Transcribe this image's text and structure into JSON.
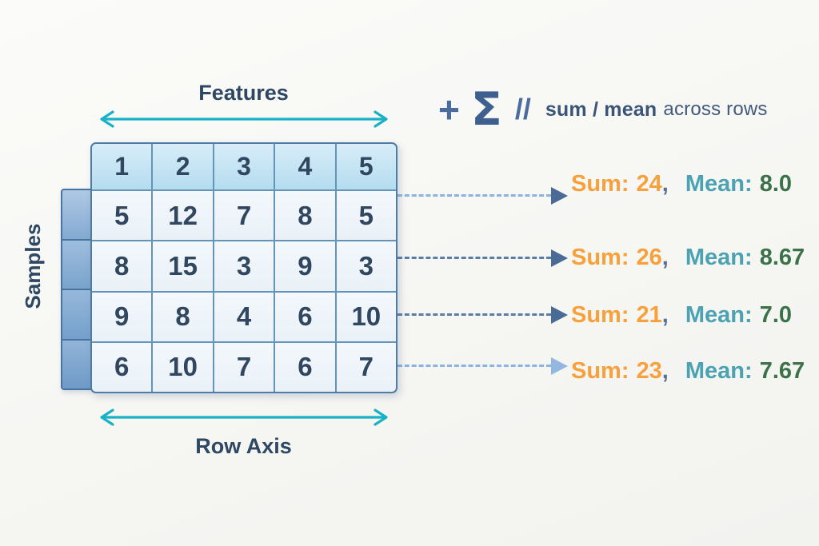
{
  "labels": {
    "features": "Features",
    "samples": "Samples",
    "row_axis": "Row Axis"
  },
  "operation": {
    "plus": "+",
    "sigma": "Σ",
    "slashes": "//",
    "phrase_primary": "sum / mean",
    "phrase_secondary": "across rows"
  },
  "matrix": {
    "header": [
      "1",
      "2",
      "3",
      "4",
      "5"
    ],
    "rows": [
      [
        "5",
        "12",
        "7",
        "8",
        "5"
      ],
      [
        "8",
        "15",
        "3",
        "9",
        "3"
      ],
      [
        "9",
        "8",
        "4",
        "6",
        "10"
      ],
      [
        "6",
        "10",
        "7",
        "6",
        "7"
      ]
    ]
  },
  "results": [
    {
      "sum_label": "Sum:",
      "sum_value": "24",
      "separator": ",",
      "mean_label": "Mean:",
      "mean_value": "8.0"
    },
    {
      "sum_label": "Sum:",
      "sum_value": "26",
      "separator": ",",
      "mean_label": "Mean:",
      "mean_value": "8.67"
    },
    {
      "sum_label": "Sum:",
      "sum_value": "21",
      "separator": ",",
      "mean_label": "Mean:",
      "mean_value": "7.0"
    },
    {
      "sum_label": "Sum:",
      "sum_value": "23",
      "separator": ",",
      "mean_label": "Mean:",
      "mean_value": "7.67"
    }
  ],
  "colors": {
    "accent_teal_arrow": "#18b1c5",
    "sum_orange": "#f8a13c",
    "mean_teal": "#4aa2b2",
    "mean_value_green": "#3b7249",
    "navy_text": "#2e4763",
    "steel_symbol": "#4a6c9e",
    "table_border": "#4f7ca3",
    "header_cell": "#b4dcef",
    "body_cell": "#edf4f9",
    "strip_blue": "#84aad2",
    "dash_light": "#8ab3e2",
    "dash_dark": "#5c7ca8",
    "arrowhead_dark": "#4a6b96",
    "arrowhead_light": "#93b7df"
  }
}
